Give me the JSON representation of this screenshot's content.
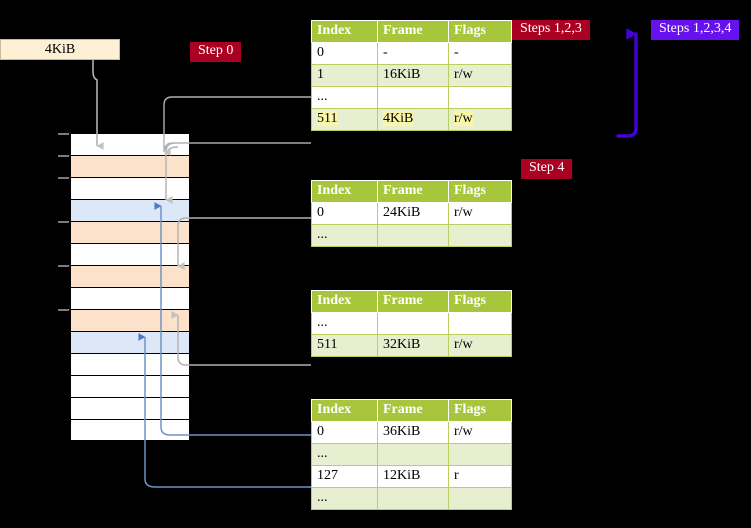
{
  "labels": {
    "kib_box": "4KiB",
    "step0": "Step 0",
    "steps123": "Steps 1,2,3",
    "steps1234": "Steps 1,2,3,4",
    "step4": "Step 4"
  },
  "colors": {
    "badge_dark": "#aa0022",
    "badge_purple": "#6611ee",
    "table_header": "#a8c63c",
    "table_alt_row": "#e8eed0",
    "highlight": "#fbf7a8",
    "memory_orange": "#fde2cb",
    "memory_blue": "#dce8f7",
    "kib_box_fill": "#fdf0d5",
    "gray_connector": "#b0b0b0",
    "blue_connector": "#6f93c4",
    "purple_arrow": "#4400dd"
  },
  "tables": [
    {
      "name": "pml4-table",
      "columns": [
        "Index",
        "Frame",
        "Flags"
      ],
      "rows": [
        {
          "index": "0",
          "frame": "-",
          "flags": "-",
          "style": "plain",
          "highlight": false
        },
        {
          "index": "1",
          "frame": "16KiB",
          "flags": "r/w",
          "style": "alt",
          "highlight": false
        },
        {
          "index": "...",
          "frame": "",
          "flags": "",
          "style": "plain",
          "highlight": false
        },
        {
          "index": "511",
          "frame": "4KiB",
          "flags": "r/w",
          "style": "alt",
          "highlight": true
        }
      ]
    },
    {
      "name": "pdp-table",
      "columns": [
        "Index",
        "Frame",
        "Flags"
      ],
      "rows": [
        {
          "index": "0",
          "frame": "24KiB",
          "flags": "r/w",
          "style": "plain",
          "highlight": false
        },
        {
          "index": "...",
          "frame": "",
          "flags": "",
          "style": "alt",
          "highlight": false
        }
      ]
    },
    {
      "name": "pd-table",
      "columns": [
        "Index",
        "Frame",
        "Flags"
      ],
      "rows": [
        {
          "index": "...",
          "frame": "",
          "flags": "",
          "style": "plain",
          "highlight": false
        },
        {
          "index": "511",
          "frame": "32KiB",
          "flags": "r/w",
          "style": "alt",
          "highlight": false
        }
      ]
    },
    {
      "name": "pt-table",
      "columns": [
        "Index",
        "Frame",
        "Flags"
      ],
      "rows": [
        {
          "index": "0",
          "frame": "36KiB",
          "flags": "r/w",
          "style": "plain",
          "highlight": false
        },
        {
          "index": "...",
          "frame": "",
          "flags": "",
          "style": "alt",
          "highlight": false
        },
        {
          "index": "127",
          "frame": "12KiB",
          "flags": "r",
          "style": "plain",
          "highlight": false
        },
        {
          "index": "...",
          "frame": "",
          "flags": "",
          "style": "alt",
          "highlight": false
        }
      ]
    }
  ],
  "memory": {
    "rows": [
      {
        "fill": "white",
        "tick": true
      },
      {
        "fill": "orange",
        "tick": true
      },
      {
        "fill": "white",
        "tick": true
      },
      {
        "fill": "blue",
        "tick": false
      },
      {
        "fill": "orange",
        "tick": true
      },
      {
        "fill": "white",
        "tick": false
      },
      {
        "fill": "orange",
        "tick": true
      },
      {
        "fill": "white",
        "tick": false
      },
      {
        "fill": "orange",
        "tick": true
      },
      {
        "fill": "blue",
        "tick": false
      },
      {
        "fill": "white",
        "tick": false
      },
      {
        "fill": "white",
        "tick": false
      },
      {
        "fill": "white",
        "tick": false
      },
      {
        "fill": "white",
        "tick": false
      }
    ]
  }
}
